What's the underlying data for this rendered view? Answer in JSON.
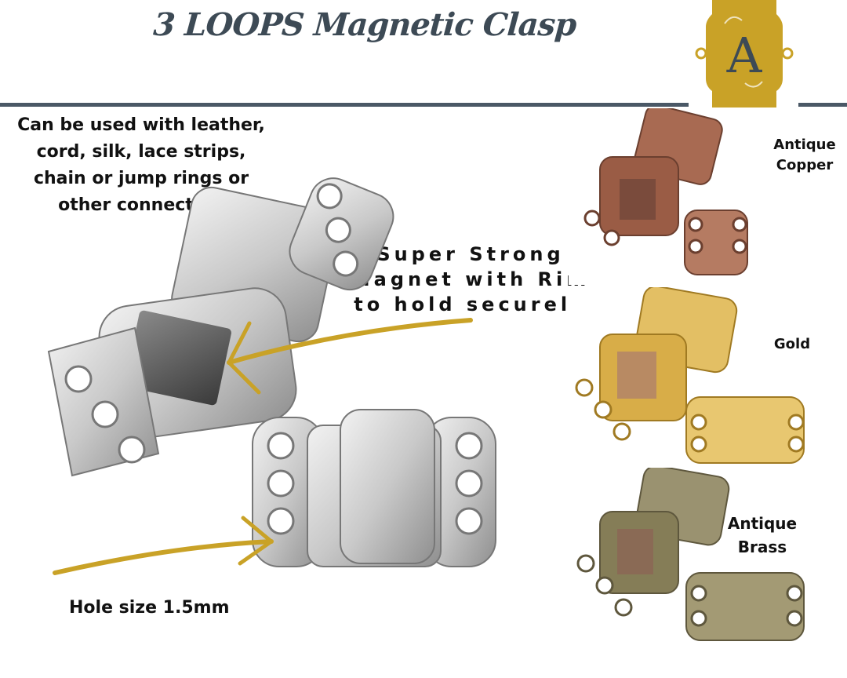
{
  "header": {
    "title": "3 LOOPS Magnetic Clasp",
    "logo_letter": "A"
  },
  "callouts": {
    "uses": "Can be used with leather, cord, silk, lace strips, chain or jump rings or other connectors",
    "magnet": "Super Strong Magnet with Rim to hold securely",
    "hole": "Hole size 1.5mm"
  },
  "finishes": [
    {
      "label_line1": "Antique",
      "label_line2": "Copper",
      "color": "#a86a52"
    },
    {
      "label_line1": "Gold",
      "label_line2": "",
      "color": "#d8ad48"
    },
    {
      "label_line1": "Antique",
      "label_line2": "Brass",
      "color": "#8d8560"
    }
  ],
  "colors": {
    "title": "#3d4a55",
    "rule": "#4a5866",
    "arrow": "#c9a227",
    "logo": "#c9a227",
    "silver": "#cfcfcf"
  }
}
